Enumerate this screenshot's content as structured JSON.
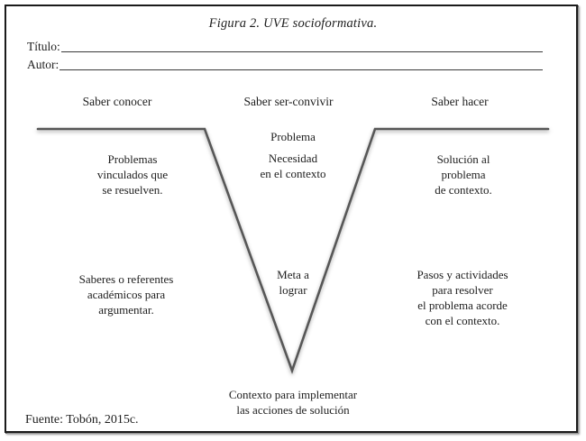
{
  "figure": {
    "caption": "Figura 2. UVE socioformativa.",
    "source": "Fuente: Tobón, 2015c."
  },
  "form": {
    "title_label": "Título:",
    "author_label": "Autor:"
  },
  "headers": {
    "left": "Saber conocer",
    "center": "Saber ser-convivir",
    "right": "Saber hacer"
  },
  "vee": {
    "problema": "Problema",
    "necesidad": "Necesidad\nen el contexto",
    "meta": "Meta a\nlograr",
    "left_top": "Problemas\nvinculados que\nse resuelven.",
    "left_bottom": "Saberes o referentes\nacadémicos para\nargumentar.",
    "right_top": "Solución al\nproblema\nde contexto.",
    "right_bottom": "Pasos y actividades\npara resolver\nel problema acorde\ncon el contexto.",
    "bottom": "Contexto para implementar\nlas acciones de solución"
  },
  "colors": {
    "line": "#575757",
    "border": "#1b1b1b",
    "text": "#1e1e1e"
  }
}
